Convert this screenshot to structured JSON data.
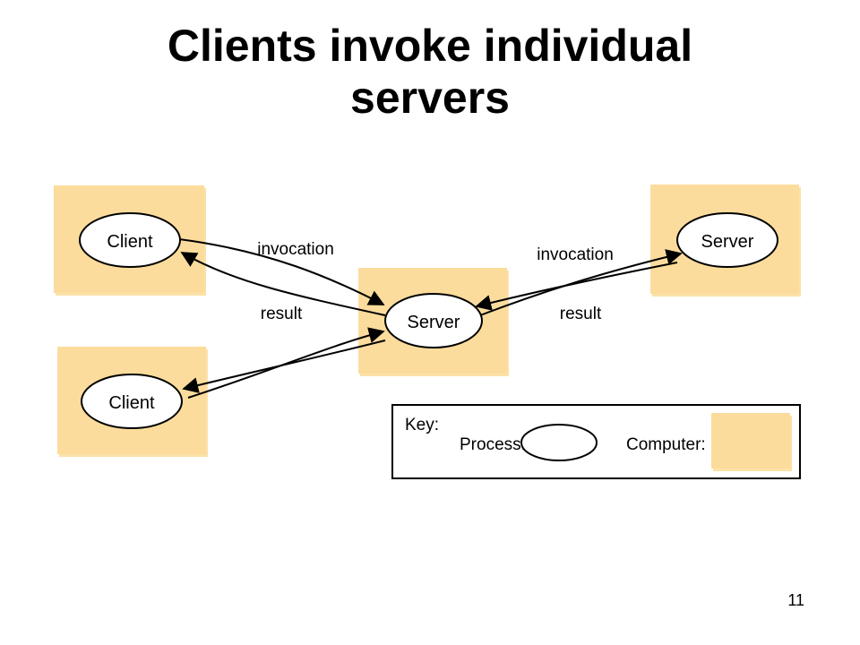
{
  "slide": {
    "title_line1": "Clients invoke individual",
    "title_line2": "servers",
    "page_number": "11"
  },
  "diagram": {
    "colors": {
      "computer_fill": "#fcdc9c",
      "computer_shadow": "#ffffff",
      "process_fill": "#ffffff",
      "stroke": "#000000"
    },
    "processes": {
      "client_top": "Client",
      "client_bottom": "Client",
      "server_center": "Server",
      "server_right": "Server"
    },
    "arrows": {
      "invocation_left": "invocation",
      "result_left": "result",
      "invocation_right": "invocation",
      "result_right": "result"
    },
    "key": {
      "title": "Key:",
      "process_label": "Process:",
      "computer_label": "Computer:"
    }
  }
}
